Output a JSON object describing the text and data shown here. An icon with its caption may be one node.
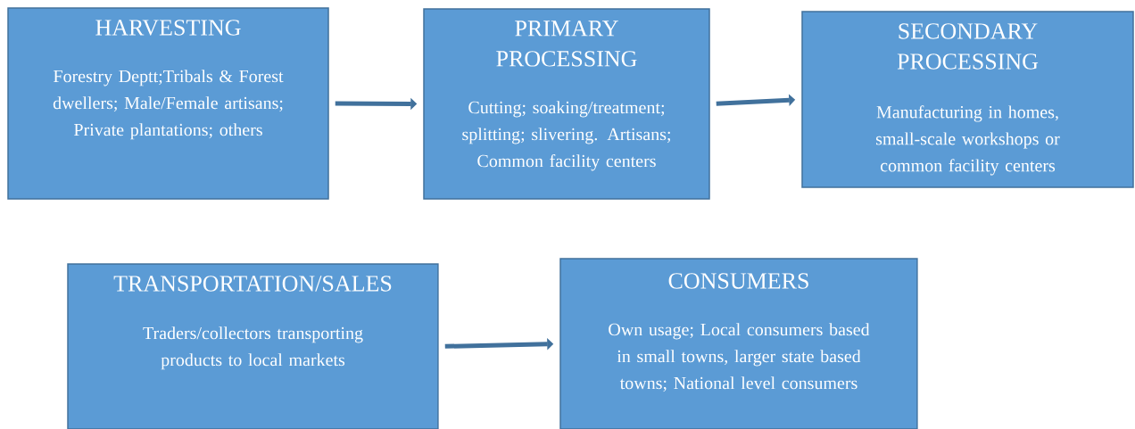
{
  "diagram": {
    "nodes": [
      {
        "text": [
          "HARVESTING",
          "Forestry Deptt;Tribals & Forest dwellers; Male/Female artisans; Private plantations; others"
        ]
      },
      {
        "text": [
          "PRIMARY PROCESSING",
          "Cutting; soaking/treatment; splitting; slivering. Artisans; Common facility centers"
        ]
      },
      {
        "text": [
          "SECONDARY PROCESSING",
          "Manufacturing in homes, small-scale workshops or common facility centers"
        ]
      },
      {
        "text": [
          "TRANSPORTATION/SALES",
          "Traders/collectors transporting products to local markets"
        ]
      },
      {
        "text": [
          "CONSUMERS",
          "Own usage; Local consumers based in small towns, larger state based towns; National level consumers"
        ]
      }
    ],
    "edges": [
      {
        "from": 0,
        "to": 1,
        "arrow": "to"
      },
      {
        "from": 1,
        "to": 2,
        "arrow": "to"
      },
      {
        "from": 3,
        "to": 4,
        "arrow": "to"
      }
    ]
  }
}
